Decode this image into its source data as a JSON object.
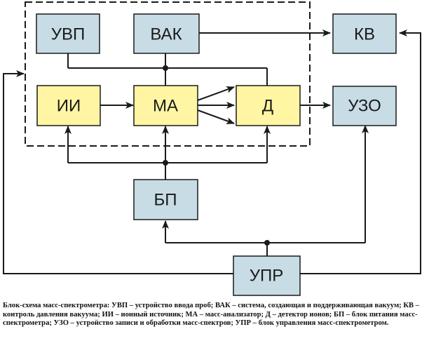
{
  "diagram": {
    "blocks": {
      "uvp": "УВП",
      "vak": "ВАК",
      "kv": "КВ",
      "ii": "ИИ",
      "ma": "МА",
      "d": "Д",
      "uzo": "УЗО",
      "bp": "БП",
      "upr": "УПР"
    },
    "colors": {
      "block_fill": "#c8dce5",
      "highlight_fill": "#fff5a3",
      "stroke": "#1a1a1a"
    }
  },
  "caption": "Блок-схема масс-спектрометра: УВП – устройство ввода проб; ВАК – система, создающая и поддерживающая вакуум; КВ – контроль давления вакуума; ИИ – ионный источник; МА – масс-анализатор; Д – детектор ионов; БП – блок питания масс-спектрометра; УЗО – устройство записи и обработки масс-спектров; УПР – блок управления масс-спектрометром."
}
